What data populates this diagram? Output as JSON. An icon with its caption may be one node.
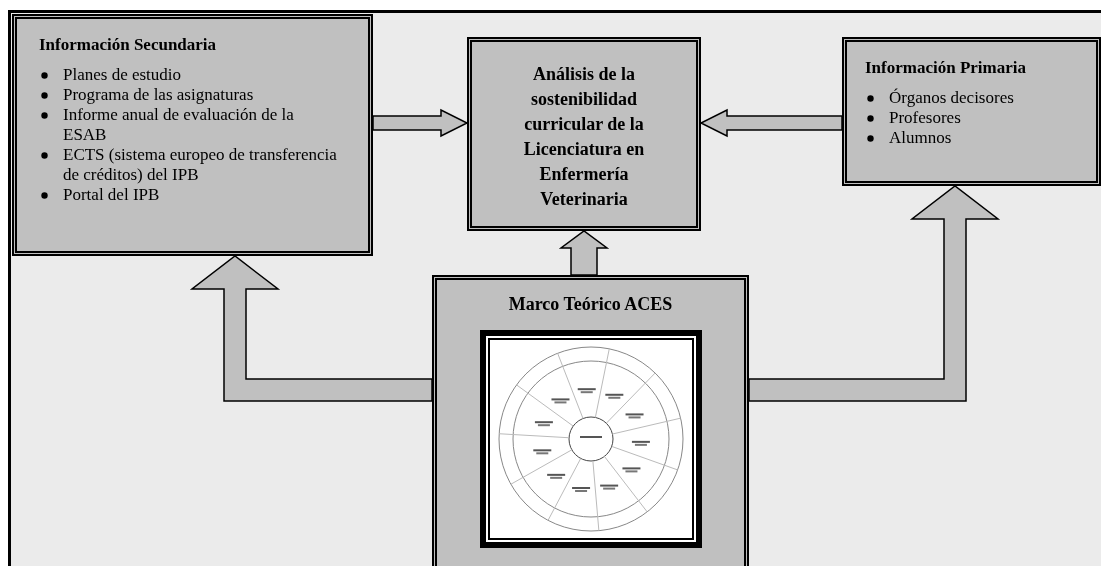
{
  "diagram": {
    "nodes": [
      {
        "text": [
          "Información Secundaria",
          "Planes de estudio",
          "Programa de las asignaturas",
          "Informe anual de evaluación de la ESAB",
          "ECTS (sistema europeo de transferencia de créditos) del IPB",
          "Portal del IPB"
        ]
      },
      {
        "text": [
          "Análisis de la sostenibilidad curricular de la Licenciatura en Enfermería Veterinaria"
        ]
      },
      {
        "text": [
          "Información Primaria",
          "Órganos decisores",
          "Profesores",
          "Alumnos"
        ]
      },
      {
        "text": [
          "Marco Teórico ACES"
        ]
      },
      {
        "text": [],
        "shape": "picture",
        "in": 3
      }
    ],
    "edges": [
      {
        "from": 0,
        "to": 1,
        "arrow": "to"
      },
      {
        "from": 2,
        "to": 1,
        "arrow": "to"
      },
      {
        "from": 3,
        "to": 1,
        "arrow": "to"
      },
      {
        "from": 3,
        "to": 0,
        "arrow": "to"
      },
      {
        "from": 3,
        "to": 2,
        "arrow": "to"
      }
    ]
  }
}
